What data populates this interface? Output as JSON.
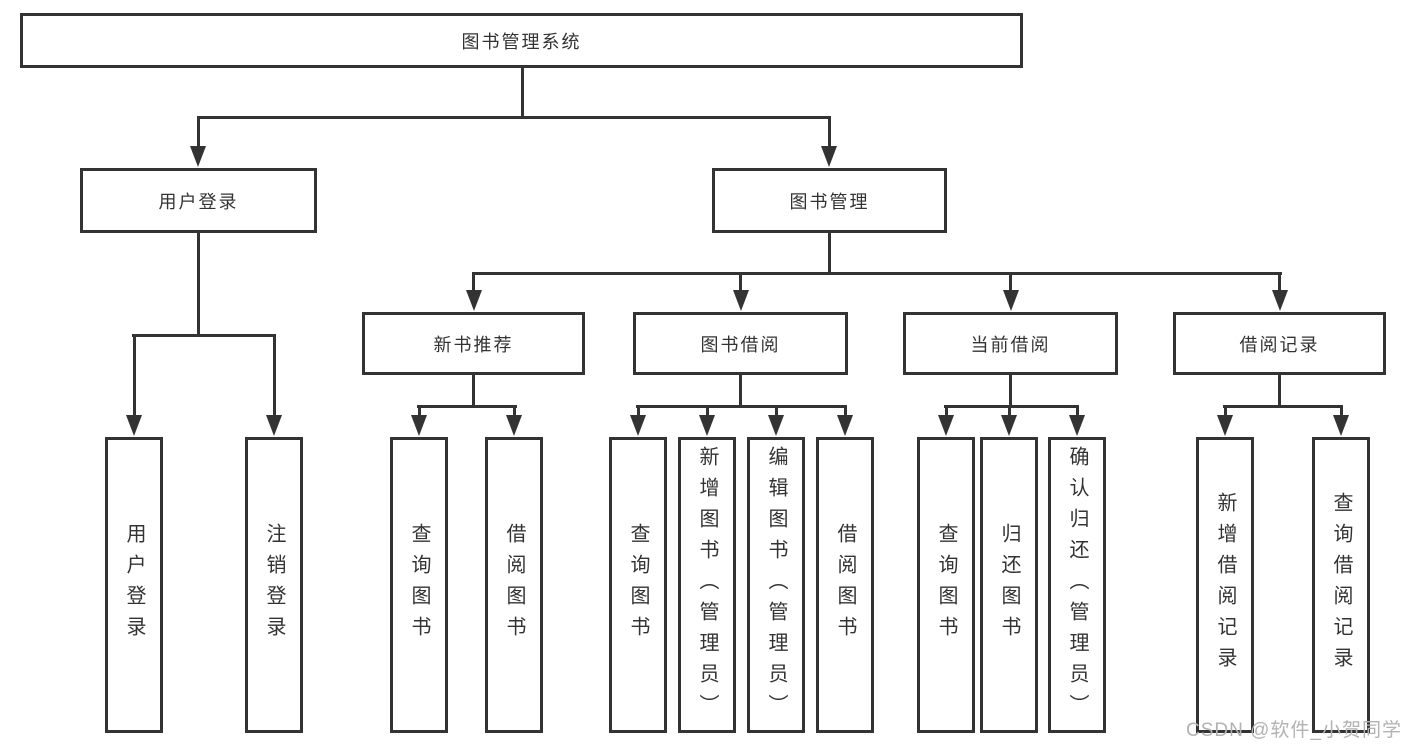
{
  "tree": {
    "label": "图书管理系统",
    "children": [
      {
        "label": "用户登录",
        "children": [
          {
            "label": "用户登录"
          },
          {
            "label": "注销登录"
          }
        ]
      },
      {
        "label": "图书管理",
        "children": [
          {
            "label": "新书推荐",
            "children": [
              {
                "label": "查询图书"
              },
              {
                "label": "借阅图书"
              }
            ]
          },
          {
            "label": "图书借阅",
            "children": [
              {
                "label": "查询图书"
              },
              {
                "label": "新增图书（管理员）"
              },
              {
                "label": "编辑图书（管理员）"
              },
              {
                "label": "借阅图书"
              }
            ]
          },
          {
            "label": "当前借阅",
            "children": [
              {
                "label": "查询图书"
              },
              {
                "label": "归还图书"
              },
              {
                "label": "确认归还（管理员）"
              }
            ]
          },
          {
            "label": "借阅记录",
            "children": [
              {
                "label": "新增借阅记录"
              },
              {
                "label": "查询借阅记录"
              }
            ]
          }
        ]
      }
    ]
  },
  "watermark": {
    "text": "CSDN @软件_小贺同学"
  },
  "colors": {
    "line": "#333333",
    "text": "#333333",
    "watermark": "#b2b2b2",
    "bg": "#ffffff"
  }
}
